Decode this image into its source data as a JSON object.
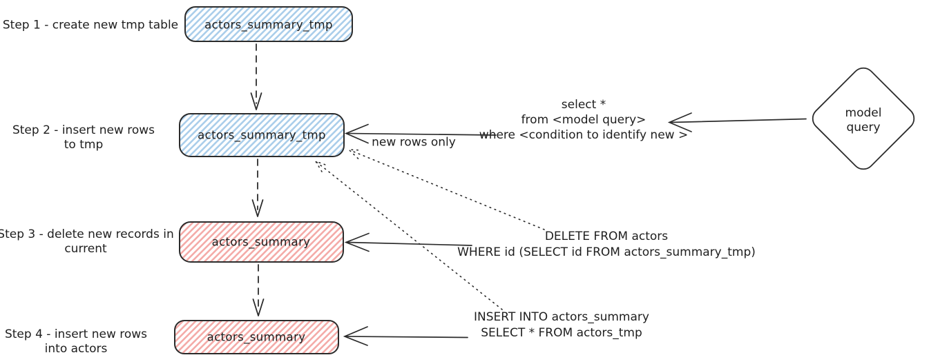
{
  "colors": {
    "stroke": "#2b2b2b",
    "blue_hatch": "#a9cdea",
    "pink_hatch": "#f4aaa7",
    "background": "#ffffff",
    "text": "#1e1e1e"
  },
  "steps": [
    {
      "label": "Step 1 - create new tmp table",
      "node": "actors_summary_tmp",
      "node_color": "blue"
    },
    {
      "label": "Step 2 - insert new rows\nto tmp",
      "node": "actors_summary_tmp",
      "node_color": "blue"
    },
    {
      "label": "Step 3 - delete new records in\ncurrent",
      "node": "actors_summary",
      "node_color": "pink"
    },
    {
      "label": "Step 4 - insert new rows\ninto actors",
      "node": "actors_summary",
      "node_color": "pink"
    }
  ],
  "nodes": {
    "model_query": "model query"
  },
  "annotations": {
    "new_rows_only": "new rows only",
    "model_query_sql": "select *\nfrom <model query>\nwhere <condition to identify new >",
    "delete_sql": "DELETE FROM actors\nWHERE id (SELECT id FROM actors_summary_tmp)",
    "insert_sql": "INSERT INTO actors_summary\nSELECT * FROM actors_tmp"
  }
}
